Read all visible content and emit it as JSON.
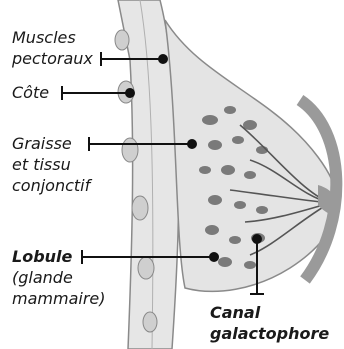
{
  "labels": {
    "muscles": {
      "line1": "Muscles",
      "line2": "pectoraux"
    },
    "cote": {
      "text": "Côte"
    },
    "graisse": {
      "line1": "Graisse",
      "line2": "et tissu",
      "line3": "conjonctif"
    },
    "lobule": {
      "line1": "Lobule",
      "line2": "(glande",
      "line3": "mammaire)"
    },
    "canal": {
      "line1": "Canal",
      "line2": "galactophore"
    }
  },
  "colors": {
    "outline": "#8a8a8a",
    "tissue": "#dcdcdc",
    "lobule": "#7a7a7a",
    "leader": "#111111",
    "arc": "#9a9a9a"
  }
}
